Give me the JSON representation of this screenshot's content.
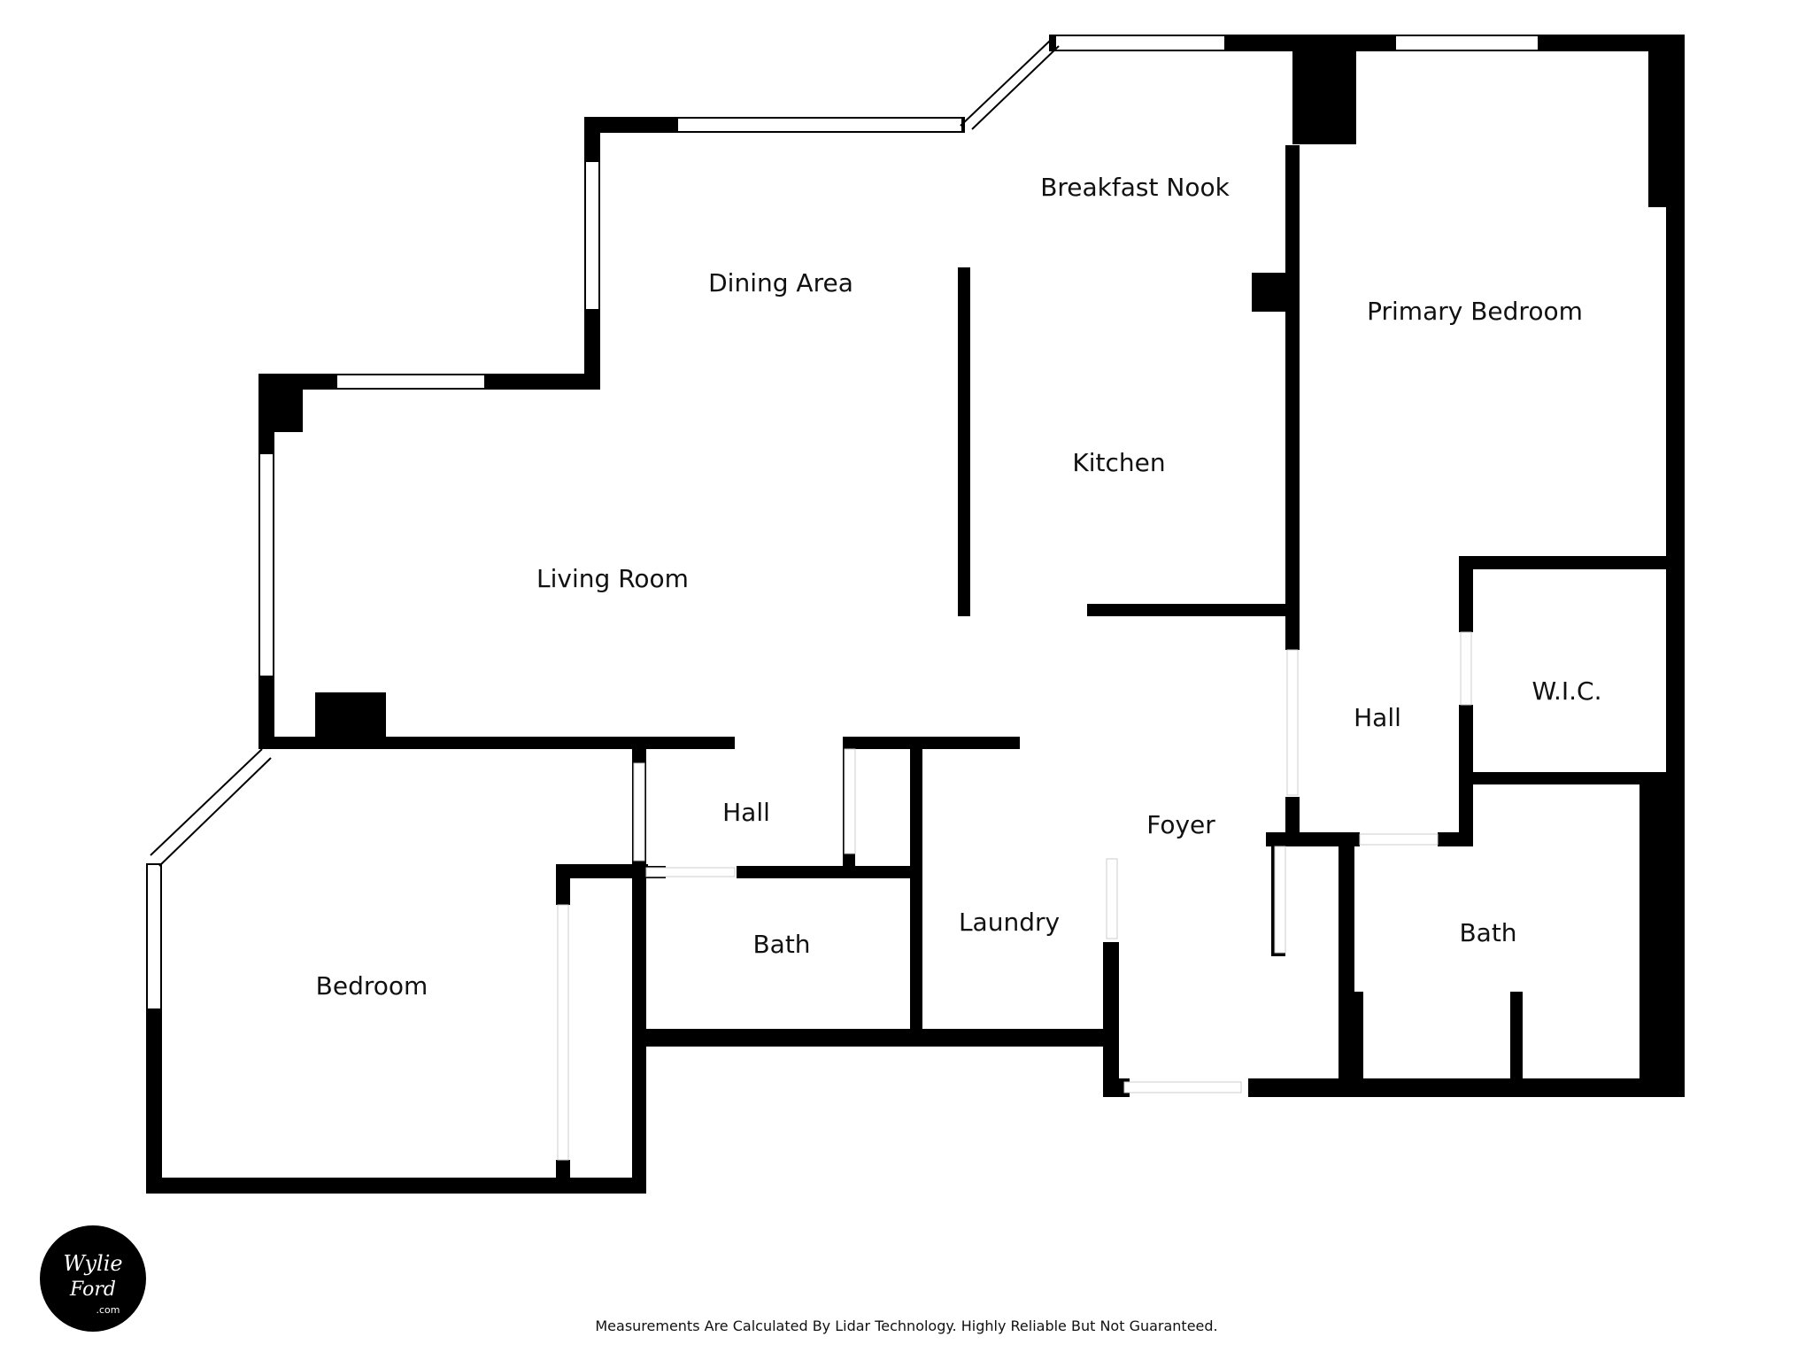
{
  "rooms": {
    "breakfast_nook": "Breakfast Nook",
    "dining_area": "Dining Area",
    "primary_bedroom": "Primary Bedroom",
    "kitchen": "Kitchen",
    "living_room": "Living Room",
    "hall_east": "Hall",
    "wic": "W.I.C.",
    "hall_west": "Hall",
    "foyer": "Foyer",
    "laundry": "Laundry",
    "bath_center": "Bath",
    "bath_east": "Bath",
    "bedroom": "Bedroom"
  },
  "footer": {
    "disclaimer": "Measurements Are Calculated By Lidar Technology. Highly Reliable But Not Guaranteed."
  },
  "logo": {
    "text_line1": "Wylie",
    "text_line2": "Ford",
    "text_line3": ".com"
  },
  "colors": {
    "wall": "#000000",
    "background": "#ffffff"
  }
}
